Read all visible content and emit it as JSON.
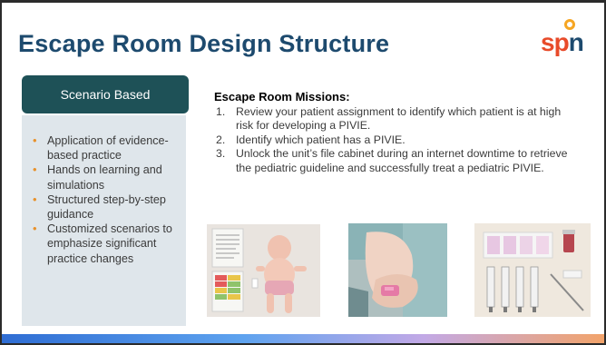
{
  "slide": {
    "title": "Escape Room Design Structure",
    "logo": {
      "text_s": "s",
      "text_p": "p",
      "text_n": "n",
      "mark": "spn-logo-icon"
    },
    "tag": "Scenario Based",
    "features": [
      "Application of evidence-based practice",
      "Hands on learning and simulations",
      "Structured step-by-step guidance",
      "Customized scenarios to emphasize significant practice changes"
    ],
    "missions_heading": "Escape Room Missions:",
    "missions": [
      "Review your patient assignment to identify which patient is at high risk for developing a PIVIE.",
      "Identify which patient has a PIVIE.",
      "Unlock the unit’s file cabinet during an internet downtime to retrieve the pediatric guideline and successfully treat a pediatric PIVIE."
    ],
    "bullet_symbol": "•",
    "numbers": [
      "1.",
      "2.",
      "3."
    ]
  },
  "colors": {
    "title": "#1d4a6e",
    "tag_bg": "#1e5157",
    "side_bg": "#dfe6eb",
    "bullet": "#e8912b",
    "logo_orange": "#e84b2a",
    "logo_yellow": "#f6a623"
  }
}
